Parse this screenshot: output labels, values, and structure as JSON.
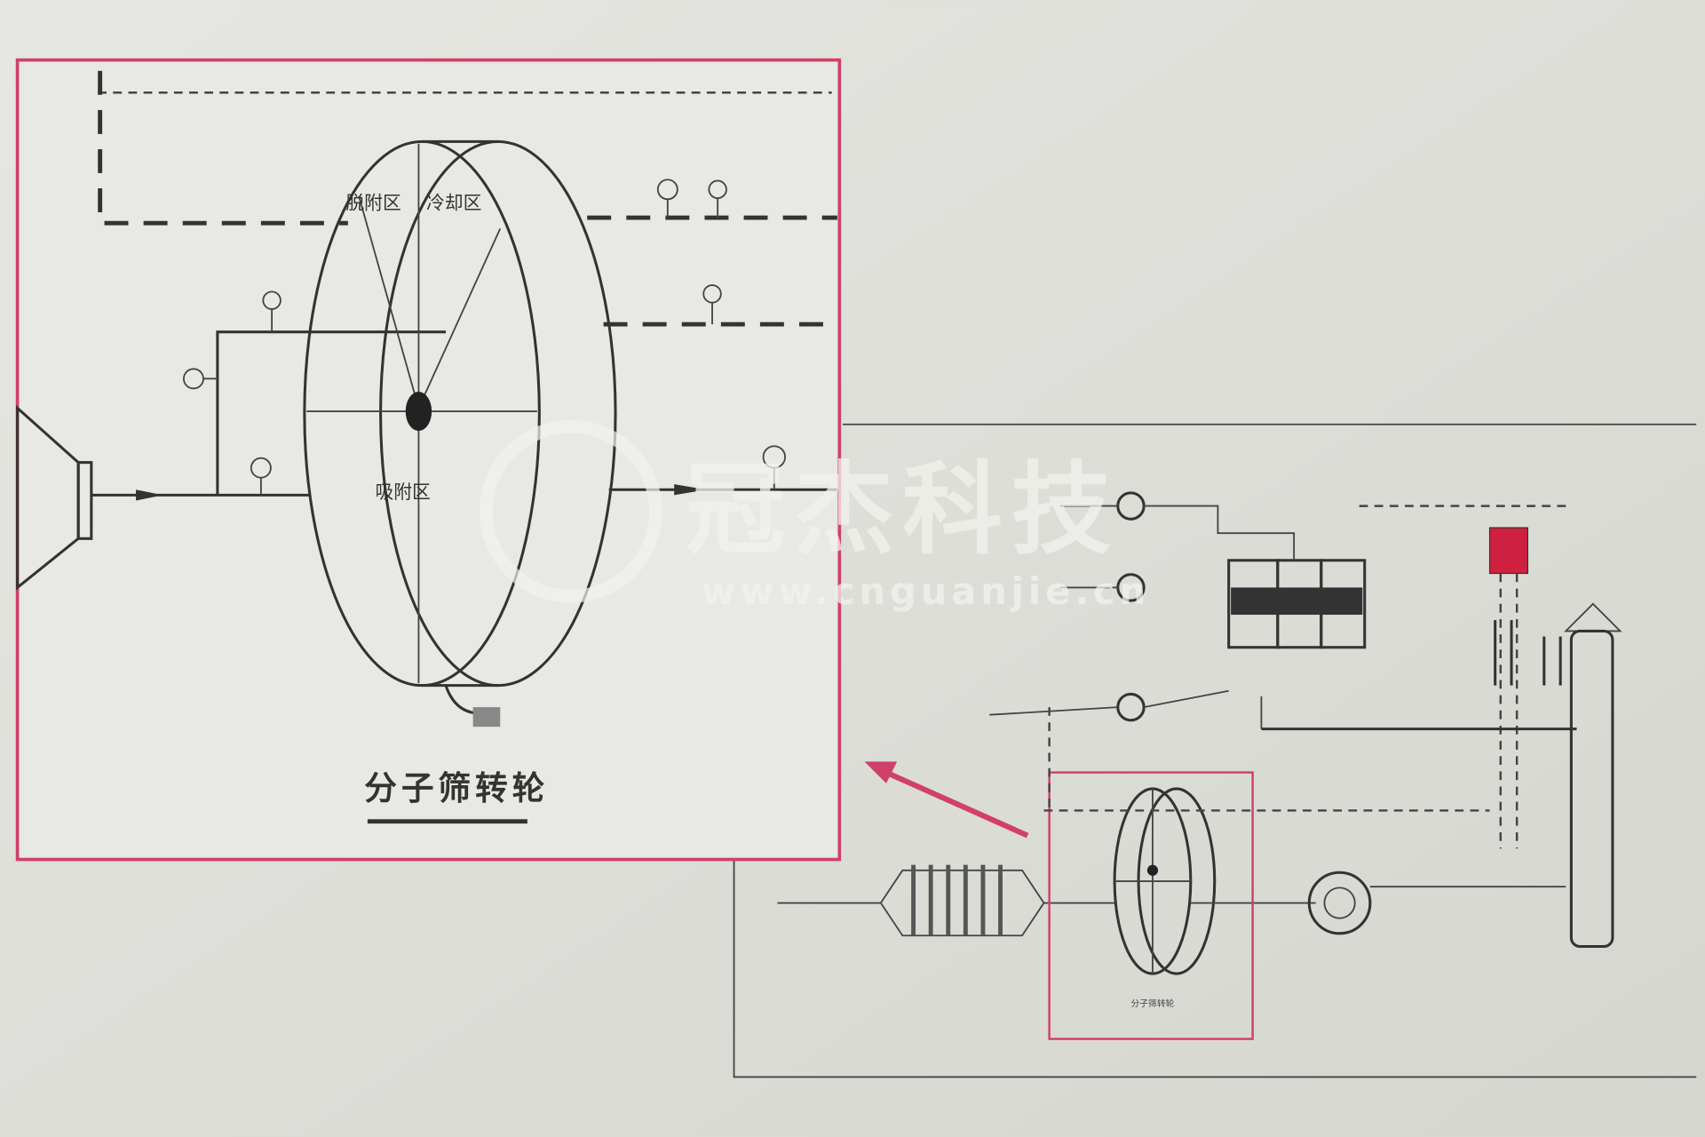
{
  "zoom_panel": {
    "zones": {
      "desorption": "脱附区",
      "cooling": "冷却区",
      "adsorption": "吸附区"
    },
    "title": "分子筛转轮",
    "border_color": "#d0406a"
  },
  "overview": {
    "rotor_label": "分子筛转轮",
    "highlight_color": "#d0406a",
    "heater_color": "#d02040"
  },
  "watermark": {
    "brand": "冠杰科技",
    "url": "www.cnguanjie.cn"
  }
}
